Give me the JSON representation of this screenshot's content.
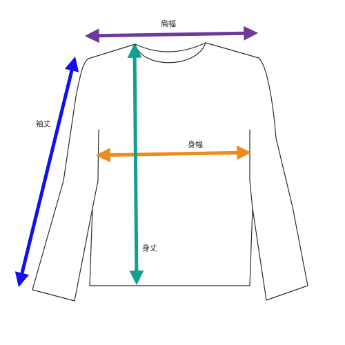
{
  "measurements": {
    "shoulder_width": {
      "label": "肩幅",
      "color": "#6b3a9c"
    },
    "sleeve_length": {
      "label": "袖丈",
      "color": "#1010f0"
    },
    "chest_width": {
      "label": "身幅",
      "color": "#f08a1a"
    },
    "body_length": {
      "label": "身丈",
      "color": "#10a090"
    }
  },
  "garment": {
    "outline_color": "#2b2b2b"
  }
}
